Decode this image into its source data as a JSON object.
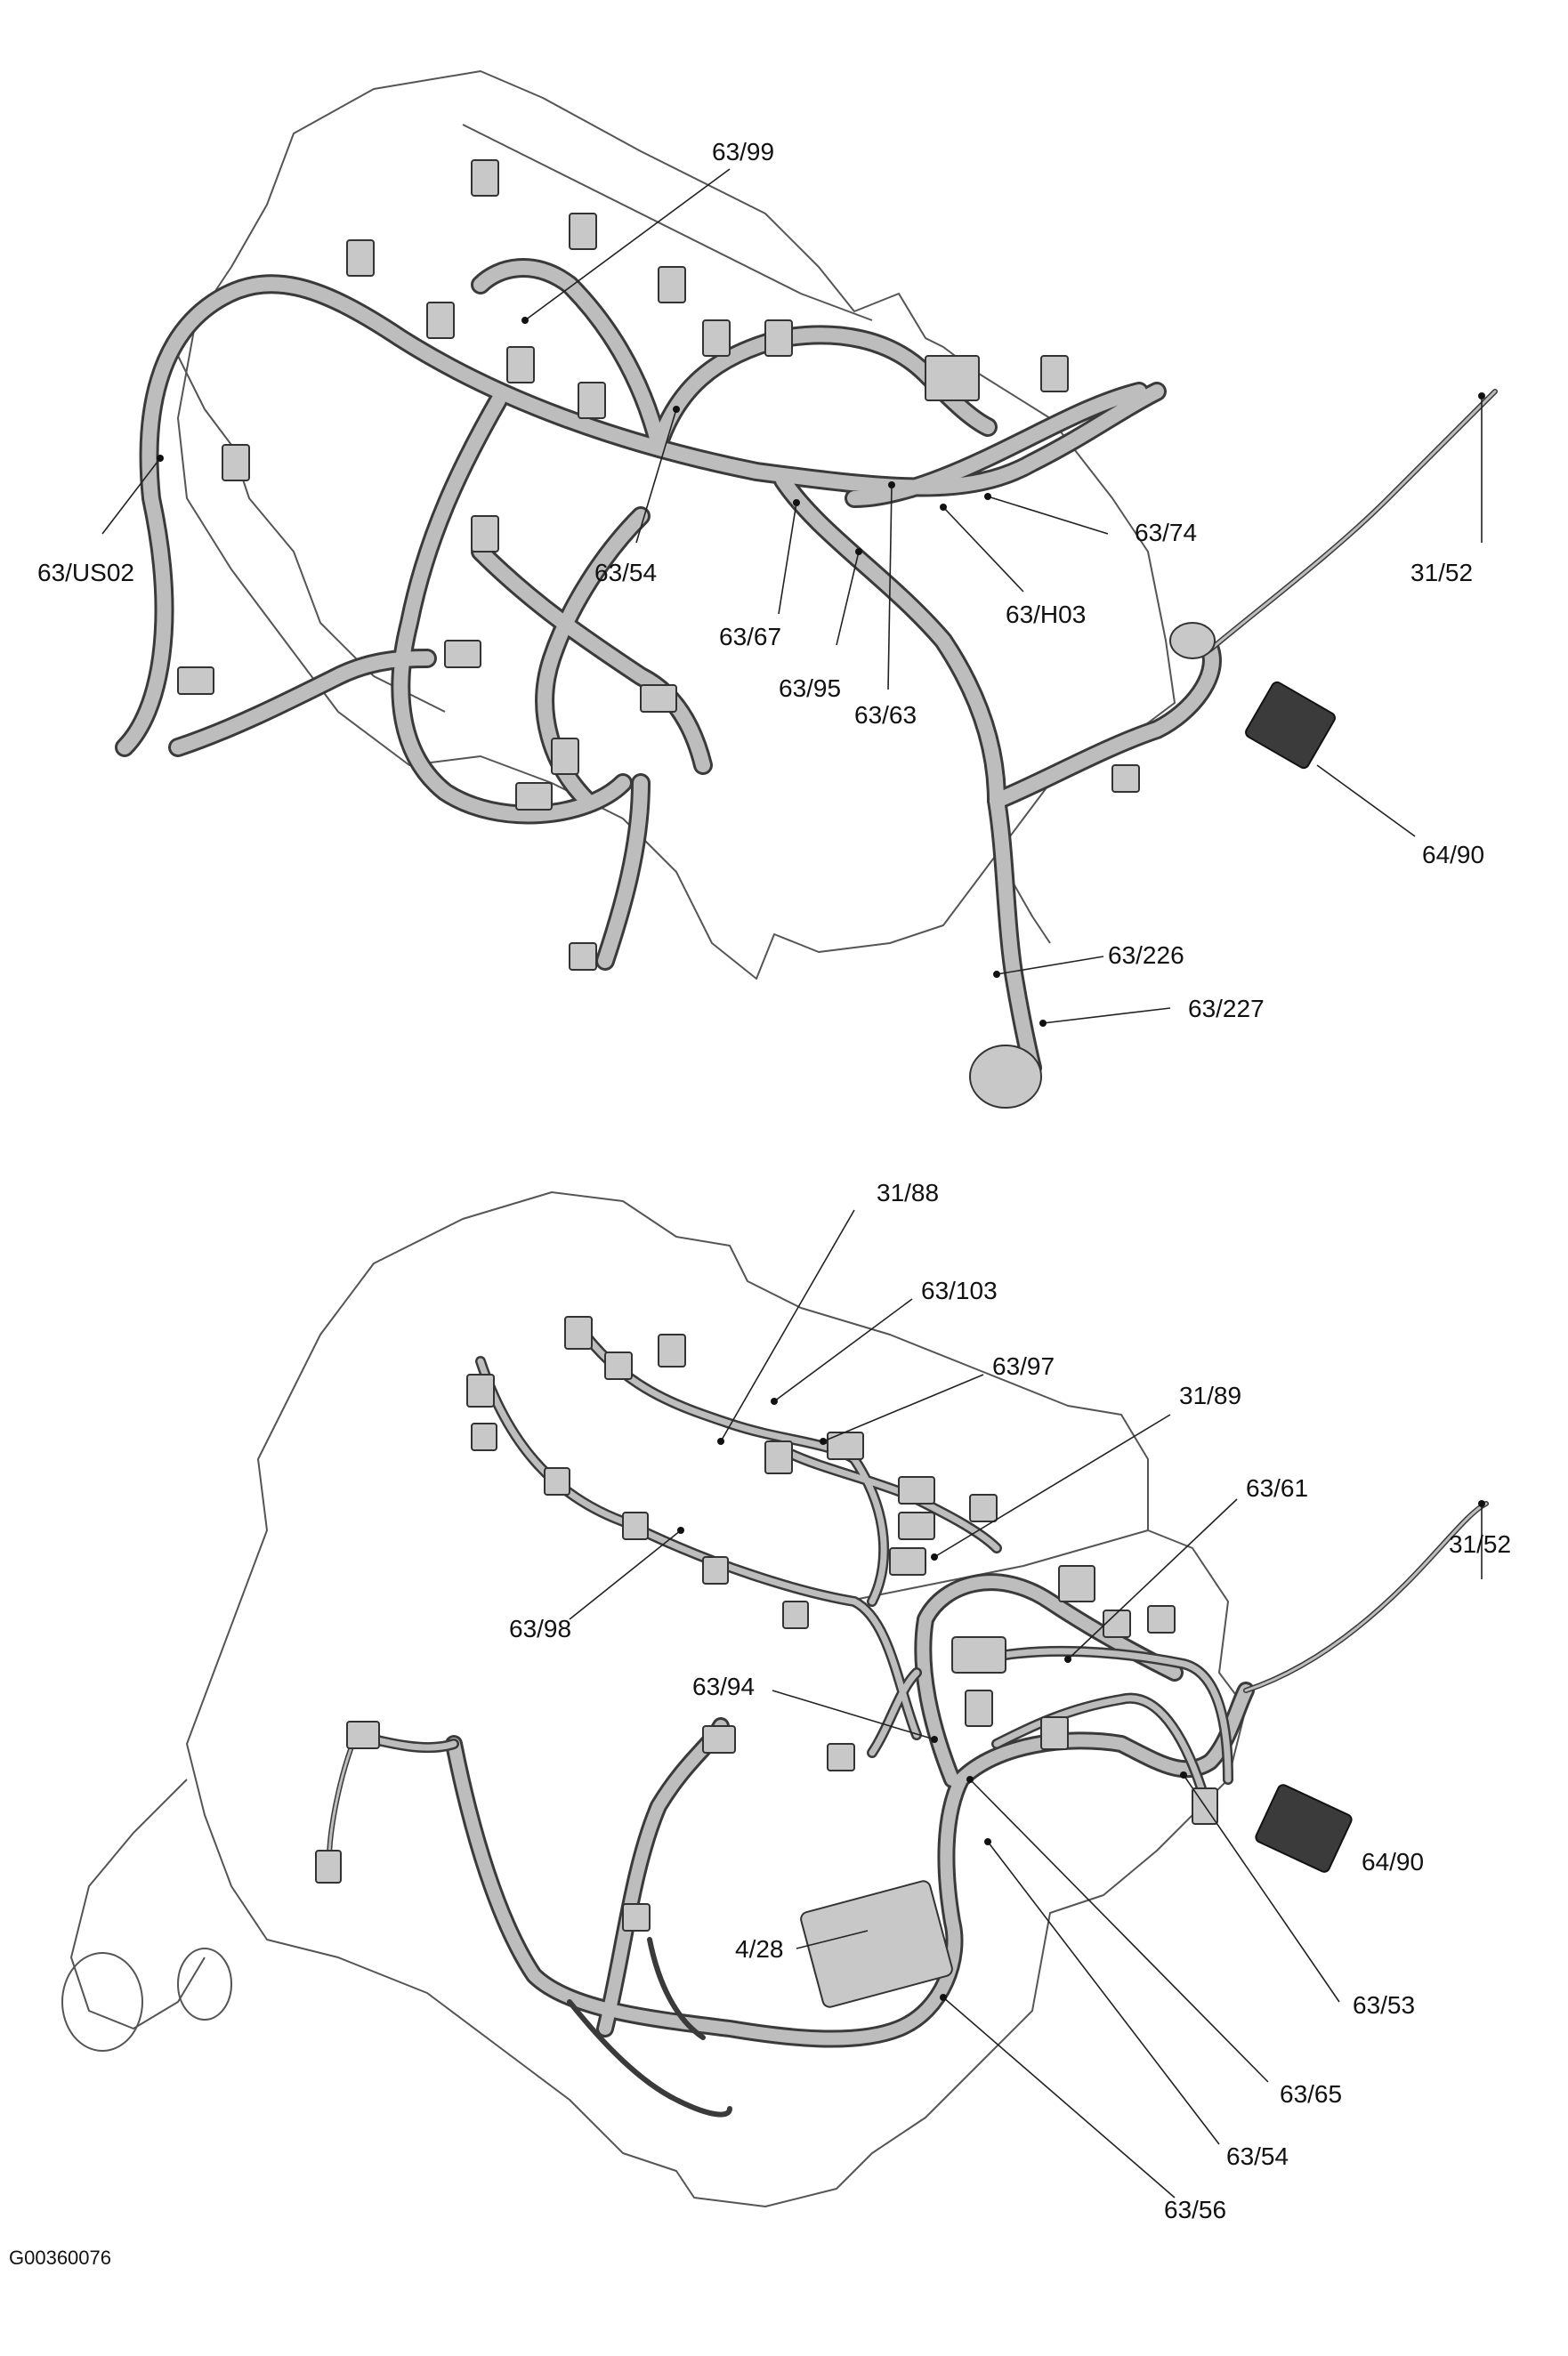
{
  "figure_id": "G00360076",
  "top_view": {
    "callouts": [
      {
        "id": "63/99"
      },
      {
        "id": "63/US02"
      },
      {
        "id": "63/54"
      },
      {
        "id": "63/67"
      },
      {
        "id": "63/95"
      },
      {
        "id": "63/63"
      },
      {
        "id": "63/74"
      },
      {
        "id": "63/H03"
      },
      {
        "id": "31/52"
      },
      {
        "id": "64/90"
      },
      {
        "id": "63/226"
      },
      {
        "id": "63/227"
      }
    ]
  },
  "bottom_view": {
    "callouts": [
      {
        "id": "31/88"
      },
      {
        "id": "63/103"
      },
      {
        "id": "63/97"
      },
      {
        "id": "31/89"
      },
      {
        "id": "63/61"
      },
      {
        "id": "31/52"
      },
      {
        "id": "63/98"
      },
      {
        "id": "63/94"
      },
      {
        "id": "4/28"
      },
      {
        "id": "64/90"
      },
      {
        "id": "63/53"
      },
      {
        "id": "63/65"
      },
      {
        "id": "63/54"
      },
      {
        "id": "63/56"
      }
    ]
  },
  "colors": {
    "outline": "#555555",
    "harness": "#bdbdbd",
    "harness_edge": "#3a3a3a",
    "connector": "#c8c8c8",
    "connector_dark": "#3b3b3b",
    "text": "#111111"
  }
}
